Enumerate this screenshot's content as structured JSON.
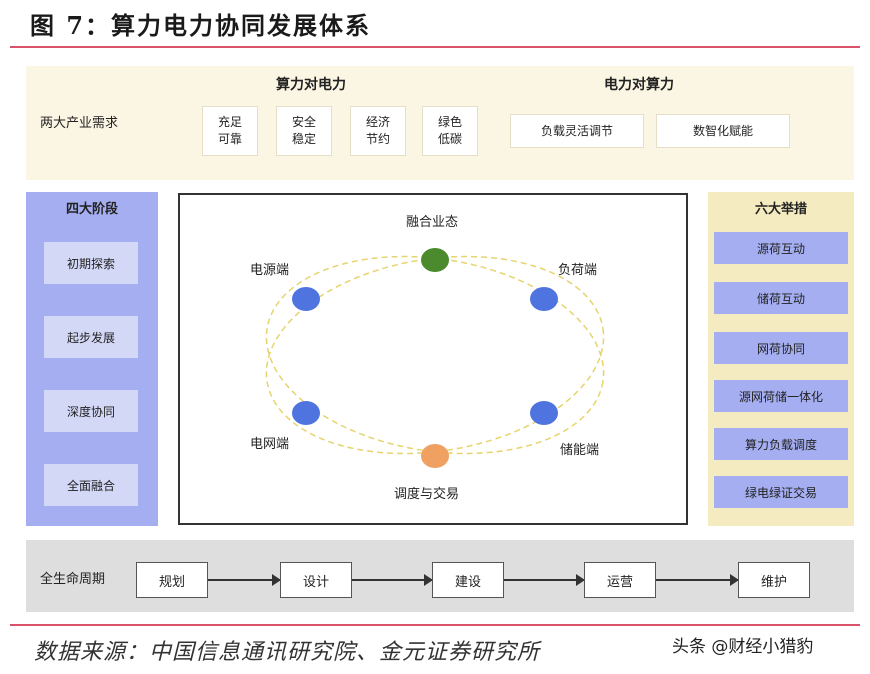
{
  "title": "图 7：算力电力协同发展体系",
  "demand": {
    "label": "两大产业需求",
    "group1": {
      "title": "算力对电力",
      "items": [
        [
          "充足",
          "可靠"
        ],
        [
          "安全",
          "稳定"
        ],
        [
          "经济",
          "节约"
        ],
        [
          "绿色",
          "低碳"
        ]
      ]
    },
    "group2": {
      "title": "电力对算力",
      "items": [
        "负载灵活调节",
        "数智化赋能"
      ]
    }
  },
  "stages": {
    "title": "四大阶段",
    "items": [
      "初期探索",
      "起步发展",
      "深度协同",
      "全面融合"
    ]
  },
  "cycle": {
    "top": "融合业态",
    "top_left": "电源端",
    "top_right": "负荷端",
    "bottom_left": "电网端",
    "bottom_right": "储能端",
    "bottom": "调度与交易",
    "colors": {
      "top": "#4c8a2e",
      "side": "#4f74e0",
      "bottom": "#f0a060",
      "orbit": "#e6d46e"
    }
  },
  "measures": {
    "title": "六大举措",
    "items": [
      "源荷互动",
      "储荷互动",
      "网荷协同",
      "源网荷储一体化",
      "算力负载调度",
      "绿电绿证交易"
    ]
  },
  "lifecycle": {
    "label": "全生命周期",
    "steps": [
      "规划",
      "设计",
      "建设",
      "运营",
      "维护"
    ]
  },
  "source": "数据来源：中国信息通讯研究院、金元证券研究所",
  "watermark": "头条 @财经小猎豹"
}
